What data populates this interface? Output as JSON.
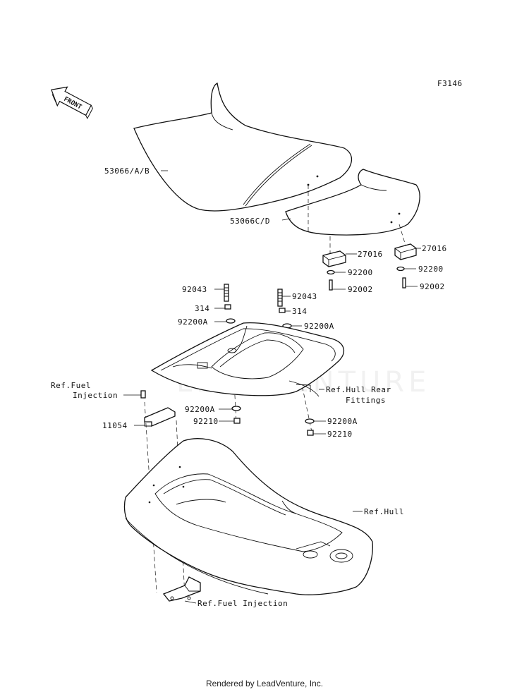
{
  "diagram": {
    "code": "F3146",
    "front_label": "FRONT",
    "watermark": "LEADVENTURE",
    "parts": {
      "seat_front": "53066/A/B",
      "seat_rear": "53066C/D",
      "damper_r": "27016",
      "washer_r": "92200",
      "bolt_r": "92002",
      "damper_rr": "27016",
      "washer_rr": "92200",
      "bolt_rr": "92002",
      "stud_l": "92043",
      "nut_l": "314",
      "washer_l": "92200A",
      "stud_r": "92043",
      "nut_r": "314",
      "washer_r2": "92200A",
      "fuel_inj_top_1": "Ref.Fuel",
      "fuel_inj_top_2": "Injection",
      "hull_rear_1": "Ref.Hull Rear",
      "hull_rear_2": "Fittings",
      "washer_c": "92200A",
      "nut_c": "92210",
      "bracket": "11054",
      "washer_cr": "92200A",
      "nut_cr": "92210",
      "hull": "Ref.Hull",
      "fuel_inj_bottom": "Ref.Fuel Injection"
    }
  },
  "footer": "Rendered by LeadVenture, Inc."
}
